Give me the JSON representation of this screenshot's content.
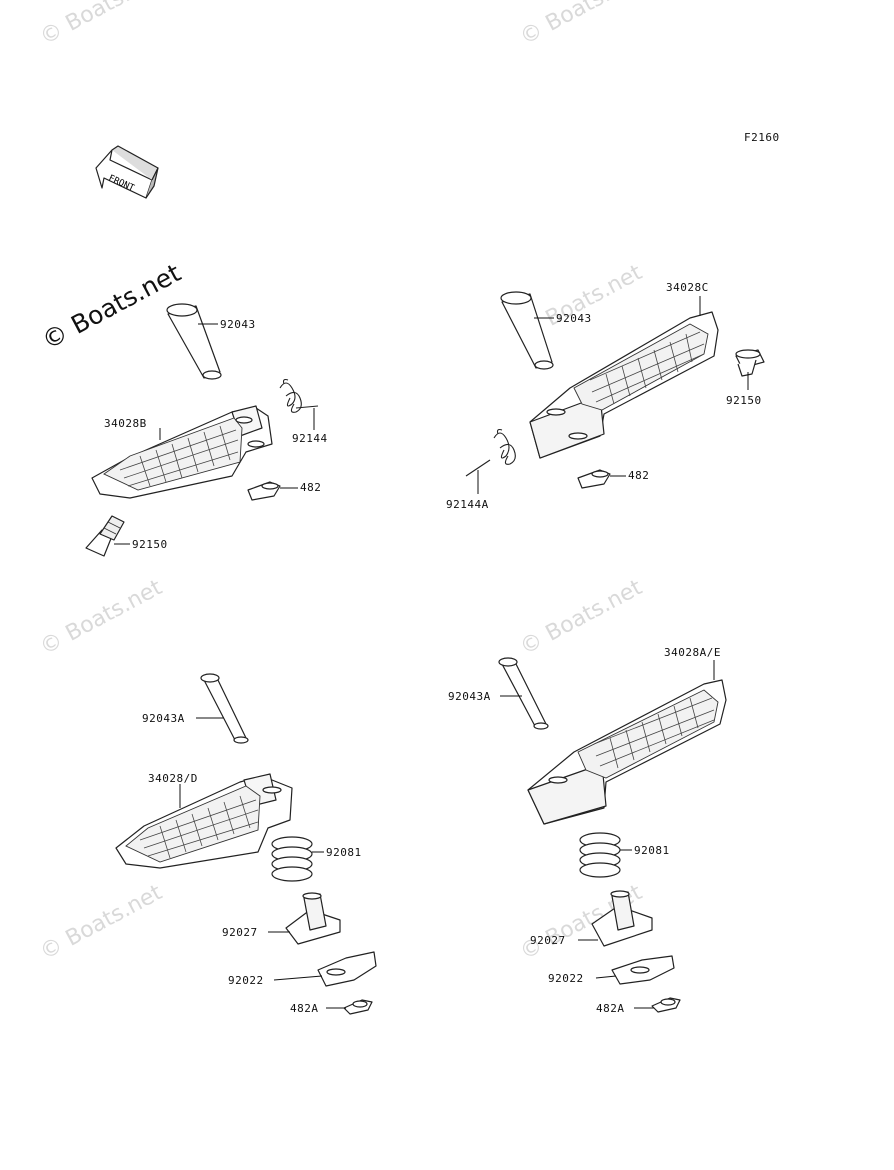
{
  "figure_code": "F2160",
  "front_arrow": {
    "label": "FRONT"
  },
  "watermark": {
    "text": "© Boats.net"
  },
  "labels": {
    "ul_92043": "92043",
    "ul_92144": "92144",
    "ul_34028B": "34028B",
    "ul_482": "482",
    "ul_92150": "92150",
    "ur_34028C": "34028C",
    "ur_92043": "92043",
    "ur_92150": "92150",
    "ur_92144A": "92144A",
    "ur_482": "482",
    "ll_92043A": "92043A",
    "ll_34028D": "34028/D",
    "ll_92081": "92081",
    "ll_92027": "92027",
    "ll_92022": "92022",
    "ll_482A": "482A",
    "lr_34028AE": "34028A/E",
    "lr_92043A": "92043A",
    "lr_92081": "92081",
    "lr_92027": "92027",
    "lr_92022": "92022",
    "lr_482A": "482A"
  }
}
